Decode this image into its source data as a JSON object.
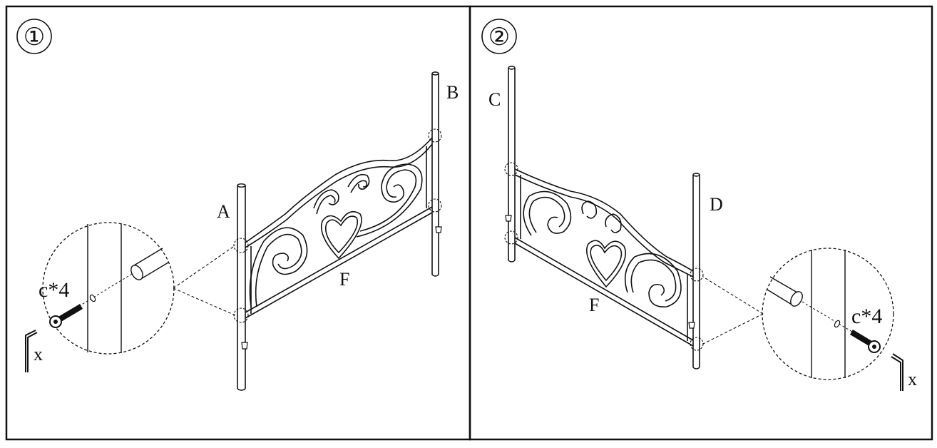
{
  "steps": [
    {
      "number": "①",
      "labels": {
        "post_front": "A",
        "post_back": "B",
        "headboard": "F"
      },
      "hardware": {
        "screw_qty": "c*4",
        "tool": "x"
      }
    },
    {
      "number": "②",
      "labels": {
        "post_back": "C",
        "post_front": "D",
        "headboard": "F"
      },
      "hardware": {
        "screw_qty": "c*4",
        "tool": "x"
      }
    }
  ],
  "colors": {
    "line": "#111111",
    "background": "#ffffff"
  },
  "icons": [
    "screw-icon",
    "hex-key-icon",
    "spacer-washer-icon"
  ]
}
